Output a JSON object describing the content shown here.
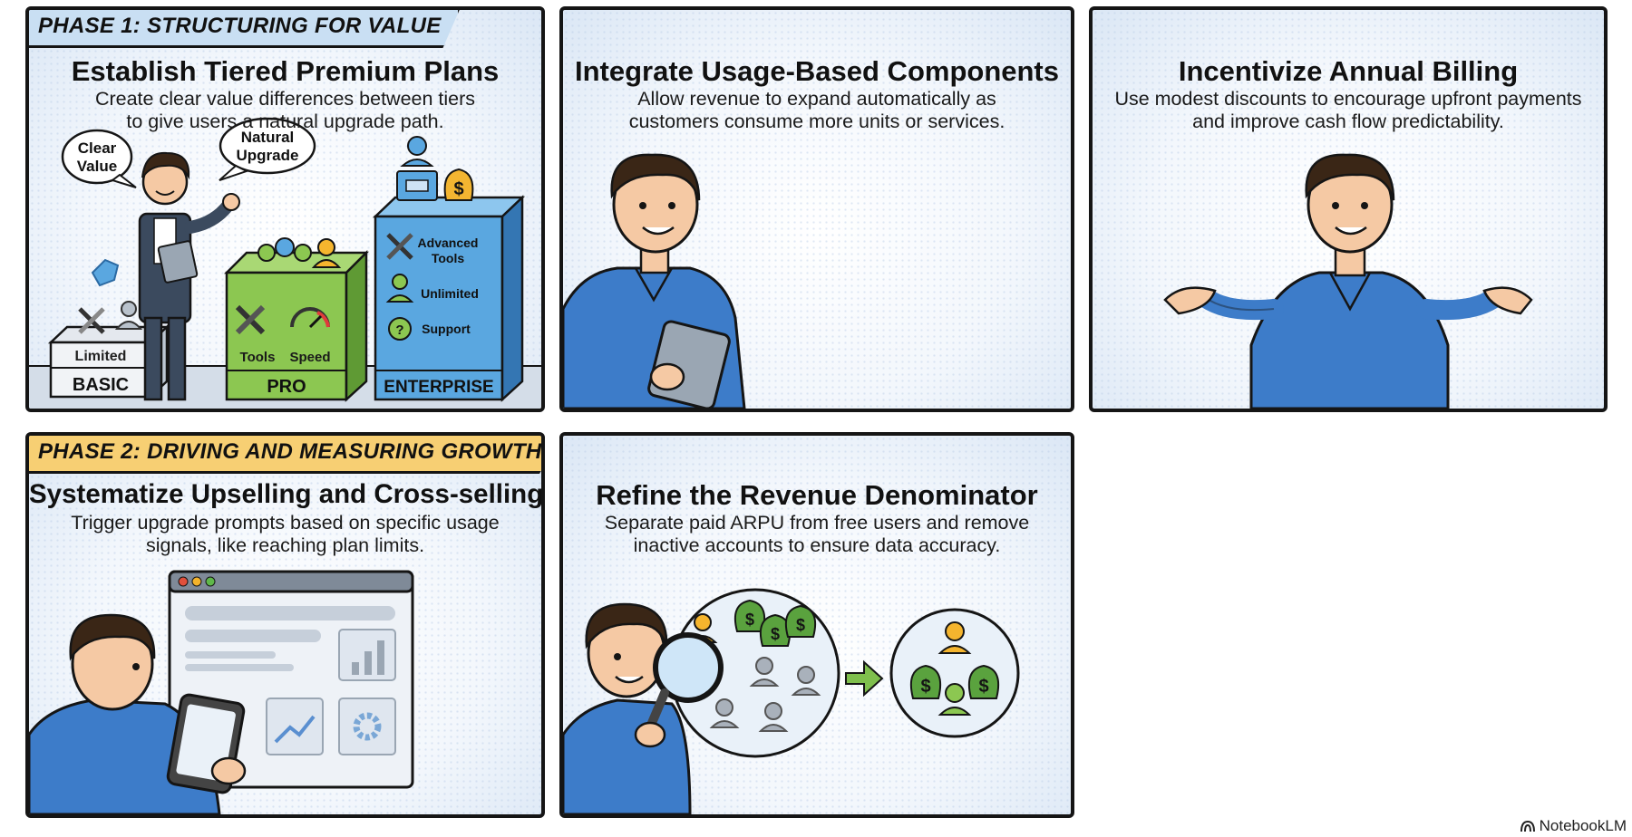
{
  "phases": {
    "phase1": "PHASE 1: STRUCTURING FOR VALUE",
    "phase2": "PHASE 2:  DRIVING AND MEASURING GROWTH"
  },
  "panels": [
    {
      "title": "Establish Tiered Premium Plans",
      "desc_line1": "Create clear value differences between tiers",
      "desc_line2": "to give users a natural upgrade path.",
      "bubble_left_line1": "Clear",
      "bubble_left_line2": "Value",
      "bubble_right_line1": "Natural",
      "bubble_right_line2": "Upgrade",
      "tiers": {
        "basic_label": "BASIC",
        "basic_feature": "Limited",
        "pro_label": "PRO",
        "pro_feature_tools": "Tools",
        "pro_feature_speed": "Speed",
        "enterprise_label": "ENTERPRISE",
        "ent_feature_adv1": "Advanced",
        "ent_feature_adv2": "Tools",
        "ent_feature_unlimited": "Unlimited",
        "ent_feature_support": "Support"
      }
    },
    {
      "title": "Integrate Usage-Based Components",
      "desc_line1": "Allow revenue to expand automatically as",
      "desc_line2": "customers consume more units or services."
    },
    {
      "title": "Incentivize Annual Billing",
      "desc_line1": "Use modest discounts to encourage upfront payments",
      "desc_line2": "and improve cash flow predictability."
    },
    {
      "title": "Systematize Upselling and Cross-selling",
      "desc_line1": "Trigger upgrade prompts based on specific usage",
      "desc_line2": "signals, like reaching plan limits."
    },
    {
      "title": "Refine the Revenue Denominator",
      "desc_line1": "Separate paid ARPU from free users and remove",
      "desc_line2": "inactive accounts to ensure data accuracy."
    }
  ],
  "icons": {
    "dollar_symbol": "$",
    "brand_icon": "notebook-logo-icon"
  },
  "footer": {
    "brand": "NotebookLM"
  },
  "colors": {
    "phase1_tag": "#c9dff3",
    "phase2_tag": "#f7cf73",
    "shirt_blue": "#3d7cc9",
    "pro_green": "#8cc751",
    "enterprise_blue": "#5aa7e0",
    "money_green": "#5aa23e"
  }
}
